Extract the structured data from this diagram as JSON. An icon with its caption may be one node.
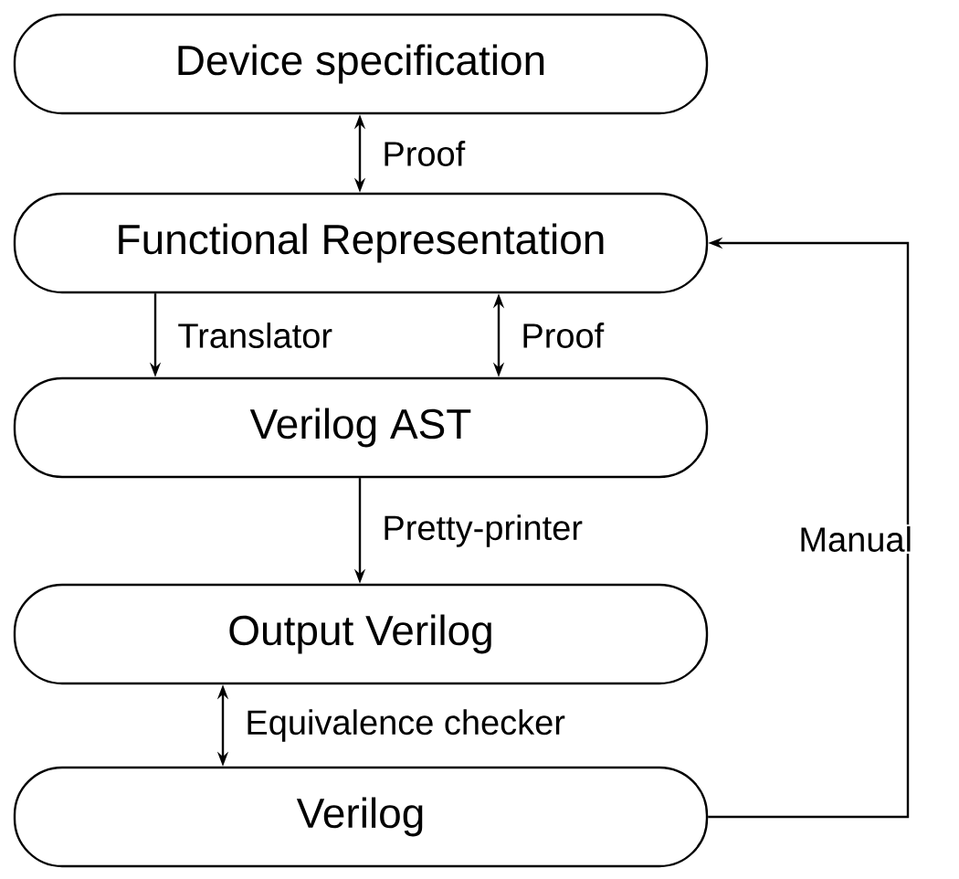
{
  "diagram": {
    "nodes": [
      {
        "text": [
          "Device specification"
        ]
      },
      {
        "text": [
          "Functional Representation"
        ]
      },
      {
        "text": [
          "Verilog AST"
        ]
      },
      {
        "text": [
          "Output Verilog"
        ]
      },
      {
        "text": [
          "Verilog"
        ]
      }
    ],
    "edges": [
      {
        "from": 0,
        "to": 1,
        "arrow": "both",
        "label": "Proof"
      },
      {
        "from": 1,
        "to": 2,
        "arrow": "to",
        "label": "Translator"
      },
      {
        "from": 1,
        "to": 2,
        "arrow": "both",
        "label": "Proof"
      },
      {
        "from": 2,
        "to": 3,
        "arrow": "to",
        "label": "Pretty-printer"
      },
      {
        "from": 3,
        "to": 4,
        "arrow": "both",
        "label": "Equivalence checker"
      },
      {
        "from": 4,
        "to": 1,
        "arrow": "to",
        "label": "Manual"
      }
    ]
  }
}
